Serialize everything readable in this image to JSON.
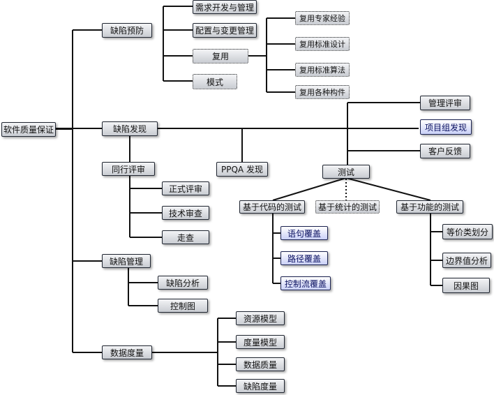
{
  "colors": {
    "line": "#111111",
    "box_border": "#1f2530",
    "blue_text": "#0a1060"
  },
  "nodes": {
    "root": "软件质量保证",
    "defect_prevention": "缺陷预防",
    "requirements_dev_mgmt": "需求开发与管理",
    "config_change_mgmt": "配置与变更管理",
    "reuse": "复用",
    "pattern": "模式",
    "reuse_expert": "复用专家经验",
    "reuse_standard_design": "复用标准设计",
    "reuse_standard_algorithm": "复用标准算法",
    "reuse_components": "复用各种构件",
    "defect_discovery": "缺陷发现",
    "management_review": "管理评审",
    "project_team_discovery": "项目组发现",
    "customer_feedback": "客户反馈",
    "peer_review": "同行评审",
    "formal_review": "正式评审",
    "technical_review": "技术审查",
    "walkthrough": "走查",
    "ppqa_discovery": "PPQA 发现",
    "testing": "测试",
    "code_based_testing": "基于代码的测试",
    "statistics_based_testing": "基于统计的测试",
    "function_based_testing": "基于功能的测试",
    "statement_coverage": "语句覆盖",
    "path_coverage": "路径覆盖",
    "control_flow_coverage": "控制流覆盖",
    "equivalence_partition": "等价类划分",
    "boundary_value_analysis": "边界值分析",
    "cause_effect_graph": "因果图",
    "defect_management": "缺陷管理",
    "defect_analysis": "缺陷分析",
    "control_chart": "控制图",
    "data_metrics": "数据度量",
    "resource_model": "资源模型",
    "metric_model": "度量模型",
    "data_quality": "数据质量",
    "defect_metrics": "缺陷度量"
  }
}
